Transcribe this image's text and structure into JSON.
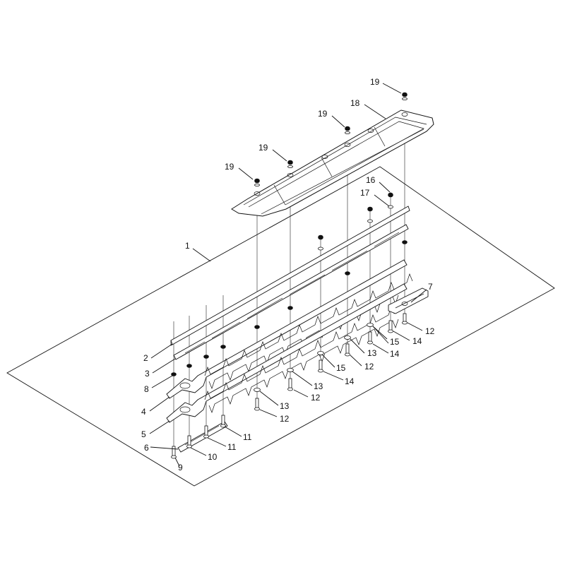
{
  "diagram": {
    "callouts": {
      "c1": "1",
      "c2": "2",
      "c3": "3",
      "c4": "4",
      "c5": "5",
      "c6": "6",
      "c7": "7",
      "c8": "8",
      "c9": "9",
      "c10": "10",
      "c11a": "11",
      "c11b": "11",
      "c12a": "12",
      "c12b": "12",
      "c12c": "12",
      "c12d": "12",
      "c13a": "13",
      "c13b": "13",
      "c13c": "13",
      "c14a": "14",
      "c14b": "14",
      "c14c": "14",
      "c15a": "15",
      "c15b": "15",
      "c16": "16",
      "c17": "17",
      "c18": "18",
      "c19a": "19",
      "c19b": "19",
      "c19c": "19",
      "c19d": "19"
    }
  }
}
